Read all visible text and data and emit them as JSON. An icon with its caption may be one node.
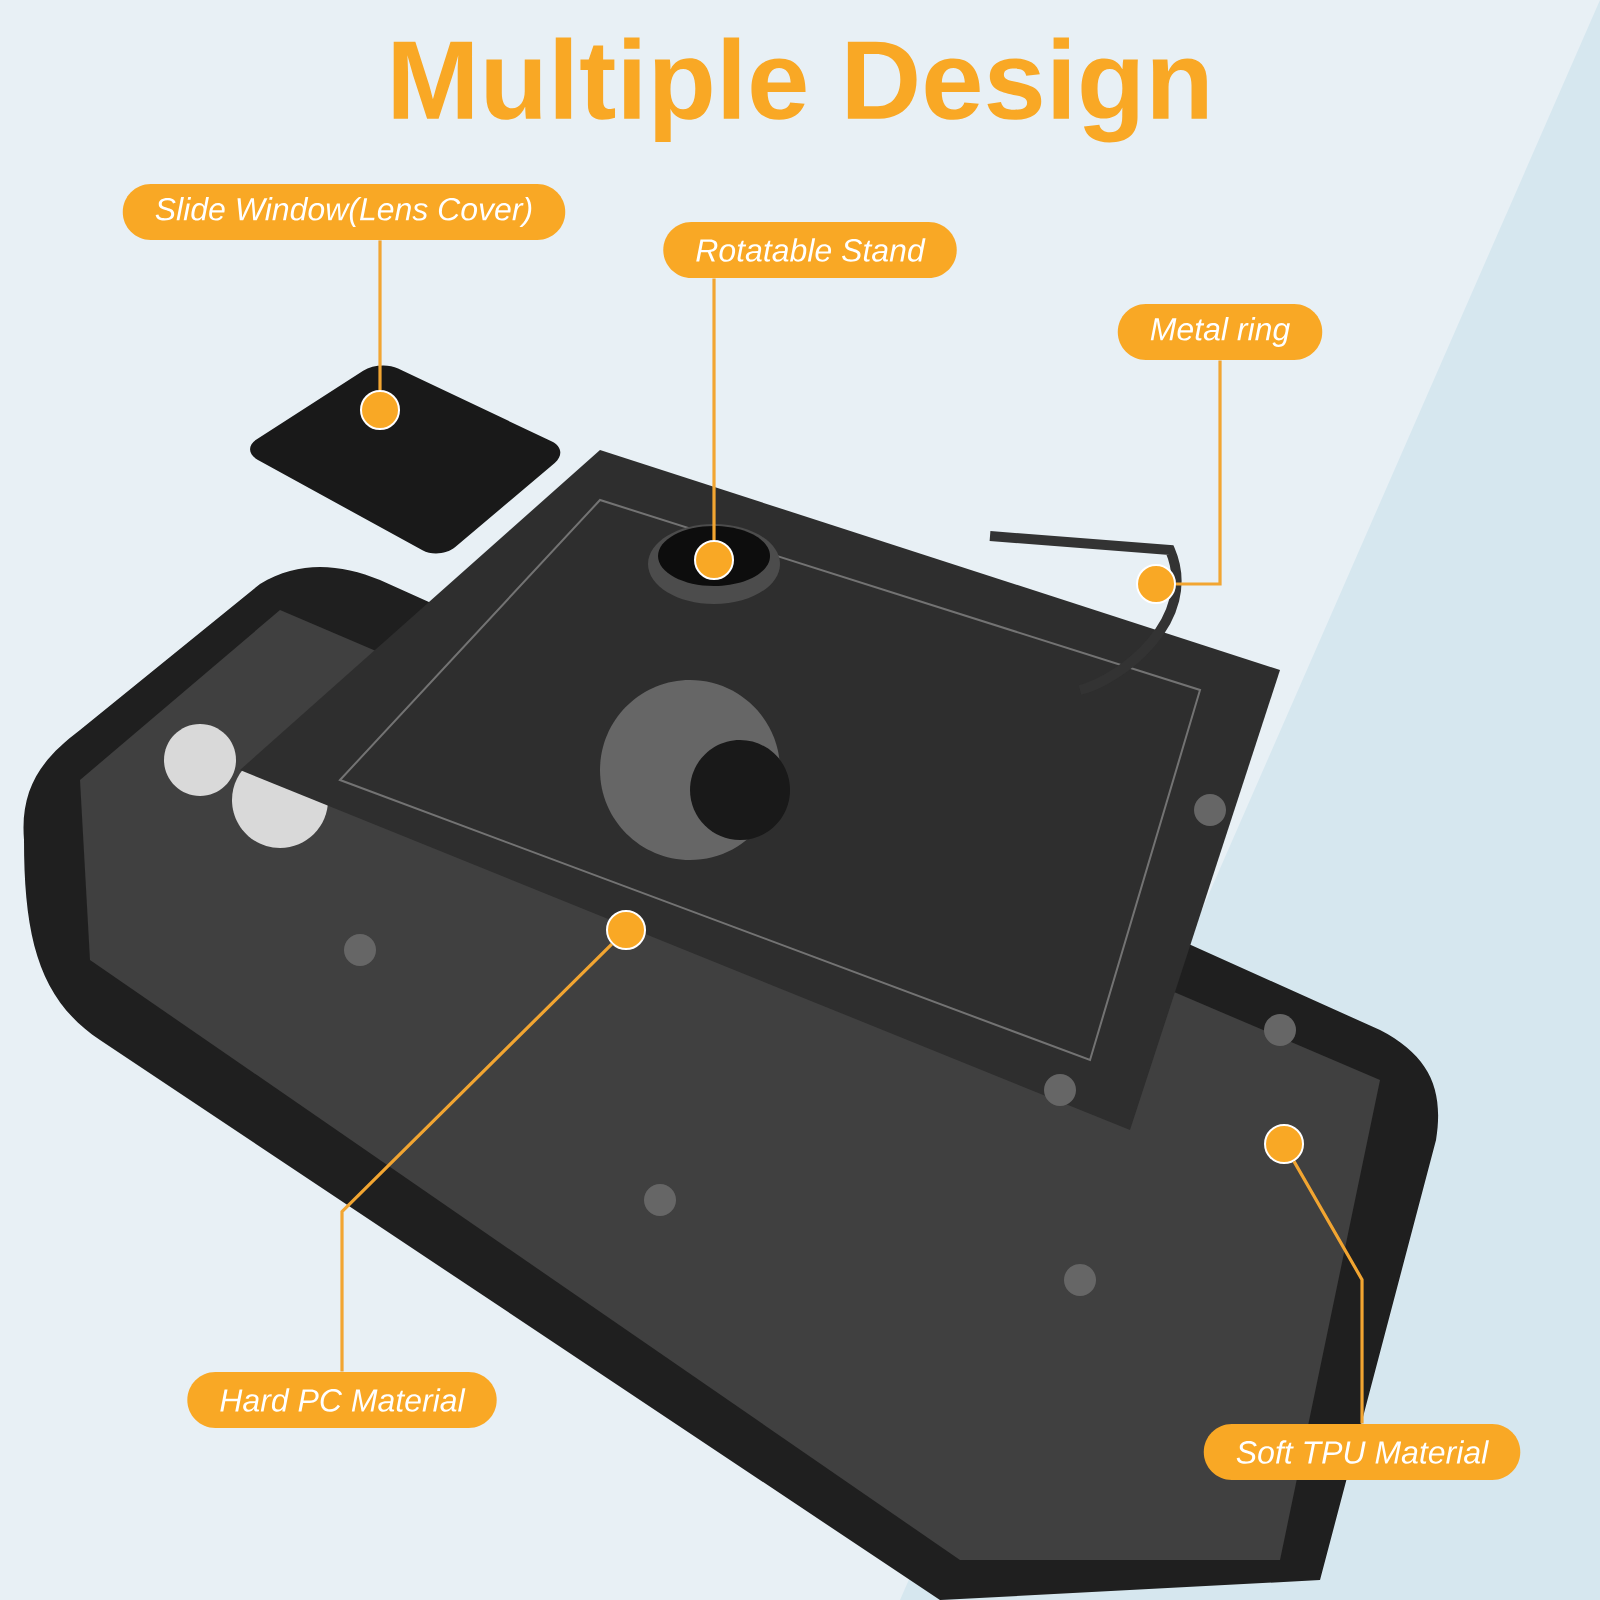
{
  "diagram": {
    "title": "Multiple Design",
    "nodes": [
      {
        "text": [
          "Slide Window(Lens Cover)"
        ]
      },
      {
        "text": [
          "Rotatable Stand"
        ]
      },
      {
        "text": [
          "Metal ring"
        ]
      },
      {
        "text": [
          "Hard PC Material"
        ]
      },
      {
        "text": [
          "Soft TPU Material"
        ]
      },
      {
        "text": [],
        "shape": "circle"
      },
      {
        "text": [],
        "shape": "circle"
      },
      {
        "text": [],
        "shape": "circle"
      },
      {
        "text": [],
        "shape": "circle"
      },
      {
        "text": [],
        "shape": "circle"
      }
    ],
    "edges": [
      {
        "from": 0,
        "to": 5,
        "arrow": "none"
      },
      {
        "from": 1,
        "to": 6,
        "arrow": "none"
      },
      {
        "from": 2,
        "to": 7,
        "arrow": "none"
      },
      {
        "from": 3,
        "to": 8,
        "arrow": "none"
      },
      {
        "from": 4,
        "to": 9,
        "arrow": "none"
      }
    ]
  }
}
